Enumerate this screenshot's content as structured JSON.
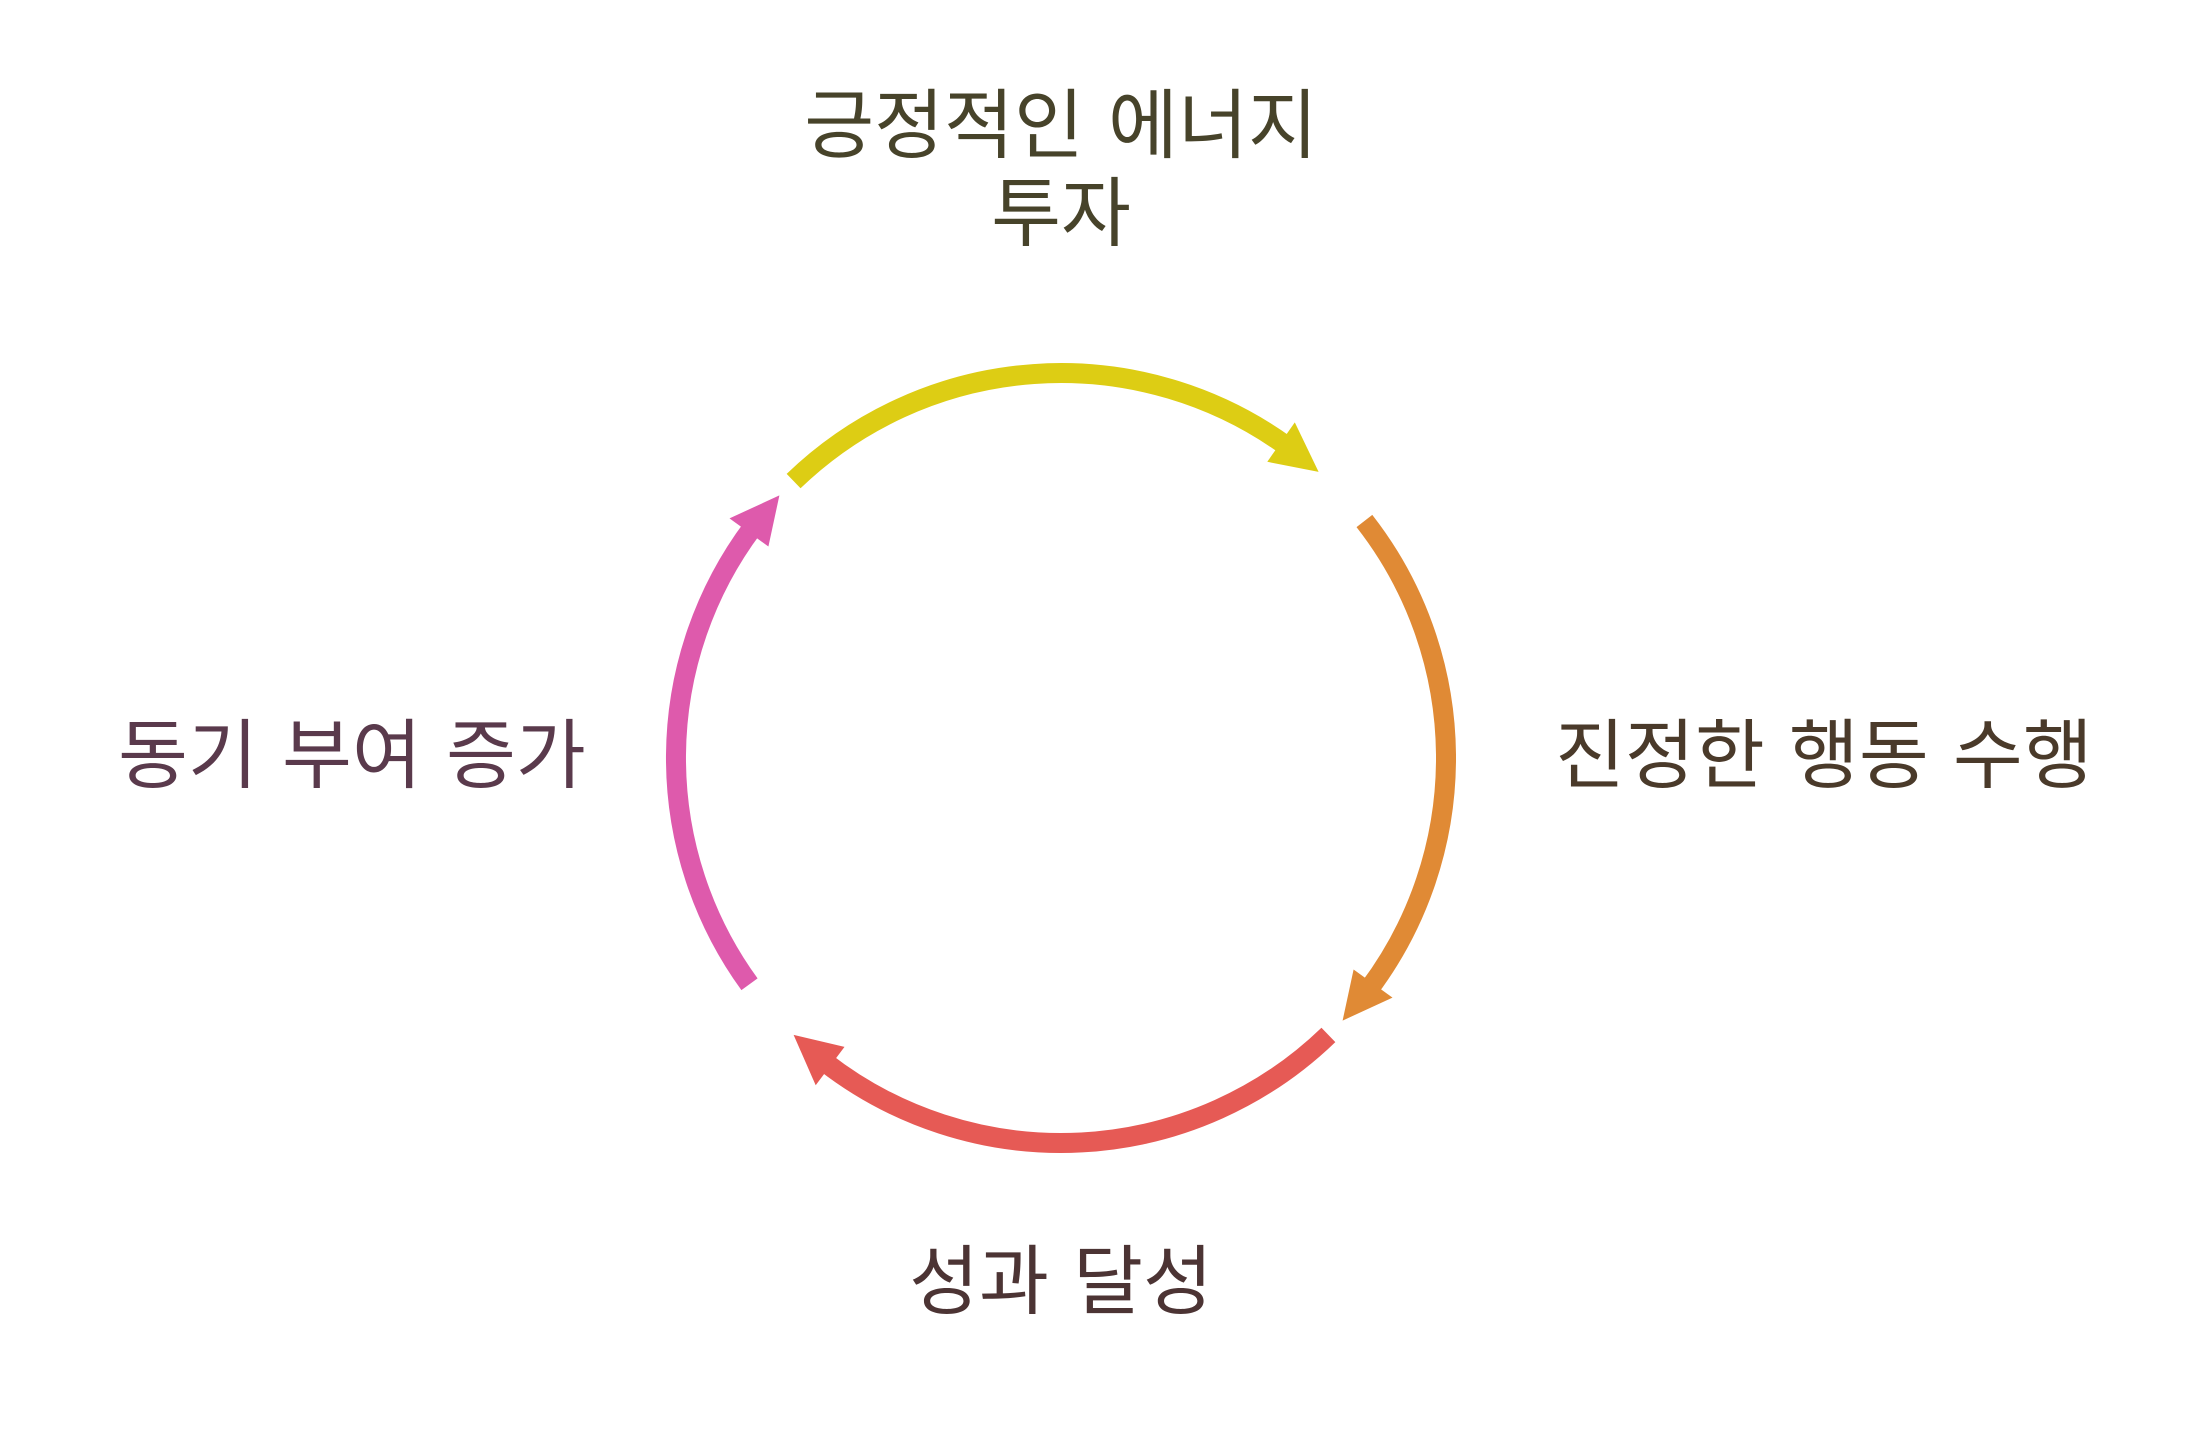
{
  "diagram": {
    "type": "cycle",
    "nodes": [
      {
        "id": "top",
        "lines": [
          "긍정적인 에너지",
          "투자"
        ],
        "text_color": "#47432a",
        "arrow_color": "#ddcd14"
      },
      {
        "id": "right",
        "lines": [
          "진정한 행동 수행"
        ],
        "text_color": "#4a3a2a",
        "arrow_color": "#e08a35"
      },
      {
        "id": "bottom",
        "lines": [
          "성과 달성"
        ],
        "text_color": "#4c3434",
        "arrow_color": "#e65a55"
      },
      {
        "id": "left",
        "lines": [
          "동기 부여 증가"
        ],
        "text_color": "#5a3a4c",
        "arrow_color": "#de5aac"
      }
    ]
  }
}
